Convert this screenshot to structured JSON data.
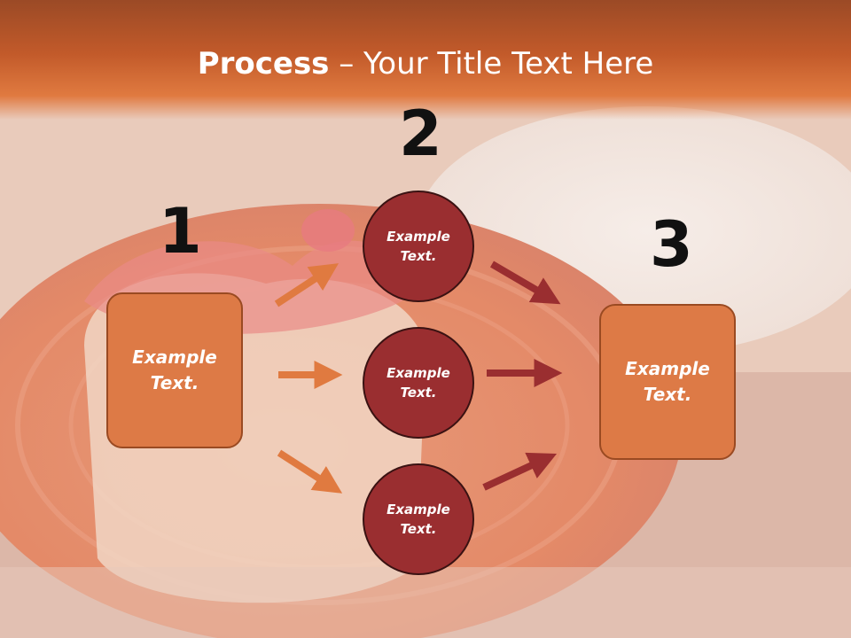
{
  "title": {
    "bold": "Process",
    "rest": " – Your Title Text Here"
  },
  "steps": {
    "one": "1",
    "two": "2",
    "three": "3"
  },
  "left_box": {
    "label": "Example\nText."
  },
  "circles": [
    {
      "label": "Example\nText."
    },
    {
      "label": "Example\nText."
    },
    {
      "label": "Example\nText."
    }
  ],
  "right_box": {
    "label": "Example\nText."
  },
  "colors": {
    "header": "#c25a2a",
    "box_fill": "#dd7a46",
    "circle_fill": "#9a2e30",
    "orange_arrow": "#e07a40",
    "red_arrow": "#9a2e30"
  }
}
